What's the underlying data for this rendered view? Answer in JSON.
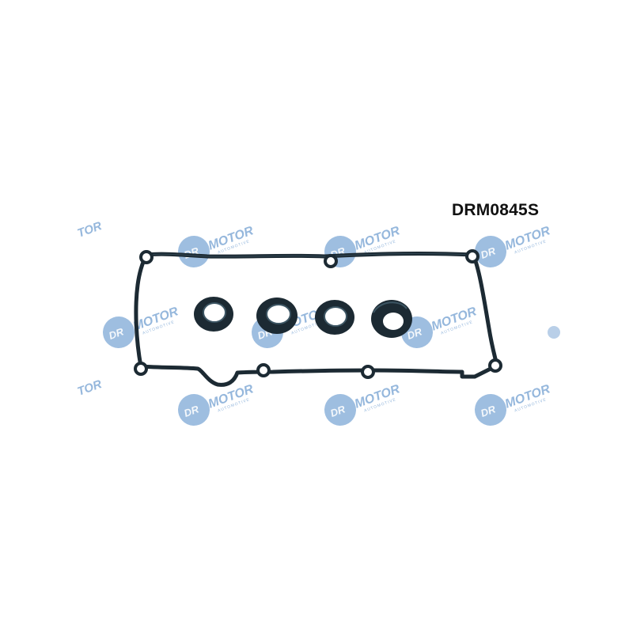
{
  "product": {
    "code": "DRM0845S"
  },
  "watermark": {
    "brand_text": "DR.MOTOR",
    "sub_text": "AUTOMOTIVE",
    "badge_text": "DR",
    "color": "#4f88c6"
  },
  "colors": {
    "gasket": "#1c2a33",
    "gasket_highlight": "#3c5563",
    "background": "#ffffff"
  }
}
